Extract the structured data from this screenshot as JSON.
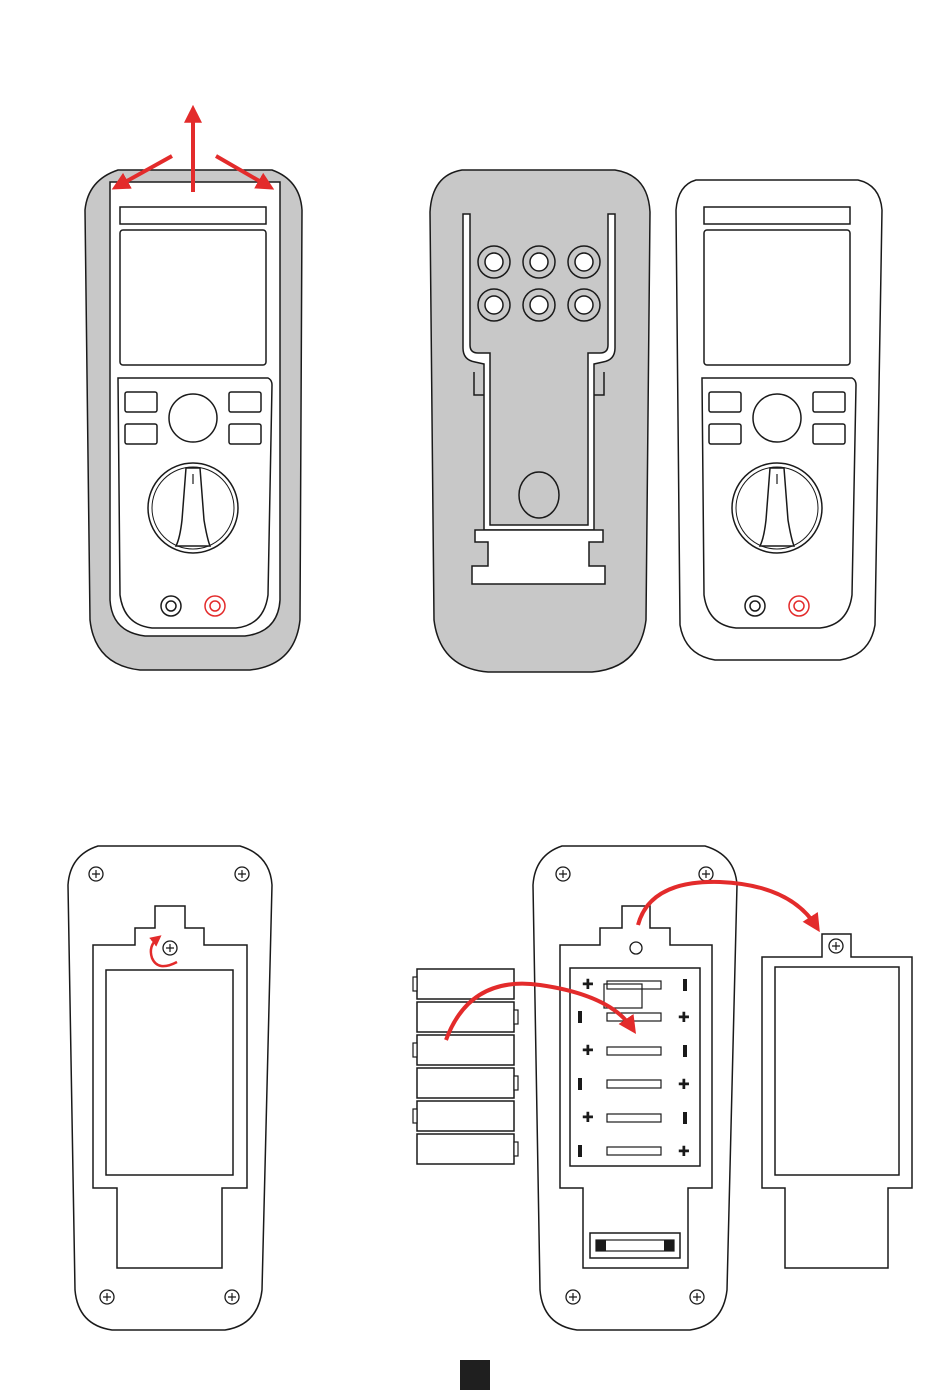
{
  "colors": {
    "accent_red": "#e32b2b",
    "holster_gray": "#c8c8c8",
    "line": "#1a1a1a",
    "page_marker": "#1f1f1f"
  },
  "figures": [
    {
      "id": "meter-in-holster",
      "icons": [
        "arrow-icon",
        "rotary-switch-icon",
        "terminal-icon"
      ]
    },
    {
      "id": "holster-back",
      "icons": [
        "clip-icon"
      ]
    },
    {
      "id": "meter-bare",
      "icons": [
        "rotary-switch-icon",
        "terminal-icon"
      ]
    },
    {
      "id": "meter-back-closed",
      "icons": [
        "screw-icon",
        "rotate-arrow-icon"
      ]
    },
    {
      "id": "meter-back-open",
      "icons": [
        "screw-icon",
        "battery-icon",
        "fuse-icon",
        "arrow-icon"
      ]
    },
    {
      "id": "battery-cover",
      "icons": [
        "screw-icon"
      ]
    }
  ],
  "batteries": {
    "count": 6,
    "bay_slots": 6
  },
  "page_marker": {
    "icon": "page-number-tab"
  }
}
